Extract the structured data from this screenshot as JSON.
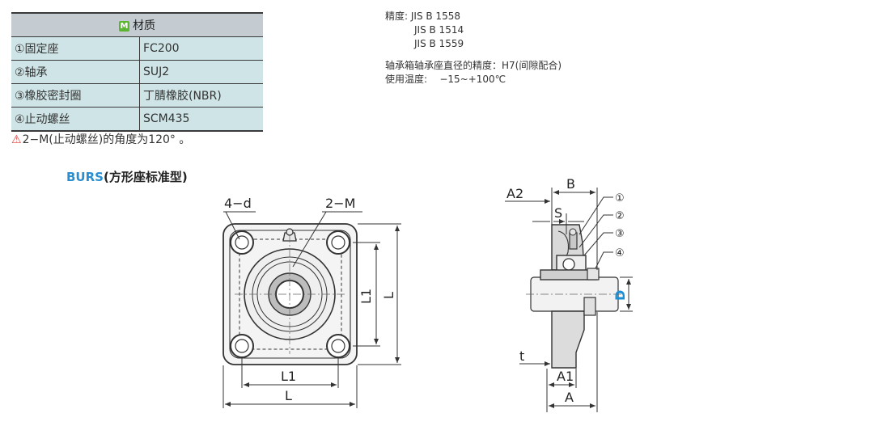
{
  "material_table": {
    "badge": "M",
    "header": "材质",
    "rows": [
      {
        "part": "①固定座",
        "material": "FC200"
      },
      {
        "part": "②轴承",
        "material": "SUJ2"
      },
      {
        "part": "③橡胶密封圈",
        "material": "丁腈橡胶(NBR)"
      },
      {
        "part": "④止动螺丝",
        "material": "SCM435"
      }
    ]
  },
  "note": {
    "icon": "warning-icon",
    "text": "2−M(止动螺丝)的角度为120° 。"
  },
  "specs": {
    "precision_label": "精度:",
    "standards": [
      "JIS B 1558",
      "JIS B 1514",
      "JIS B 1559"
    ],
    "bore_precision": "轴承箱轴承座直径的精度：H7(间隙配合)",
    "temp_label": "使用温度:",
    "temp_value": "−15~+100℃"
  },
  "model": {
    "code": "BURS",
    "name": "(方形座标准型)"
  },
  "drawing_labels": {
    "front": {
      "holes": "4−d",
      "screws": "2−M",
      "l1_vertical": "L1",
      "l_vertical": "L",
      "l1_horizontal": "L1",
      "l_horizontal": "L"
    },
    "side": {
      "a2": "A2",
      "b": "B",
      "s": "S",
      "t": "t",
      "a1": "A1",
      "a": "A",
      "d": "D",
      "callouts": [
        "①",
        "②",
        "③",
        "④"
      ]
    }
  },
  "colors": {
    "table_header": "#c4ccd2",
    "table_body": "#cfe4e6",
    "badge_green": "#5cb531",
    "title_blue": "#2a8fd0",
    "warning_red": "#e23b3b"
  }
}
